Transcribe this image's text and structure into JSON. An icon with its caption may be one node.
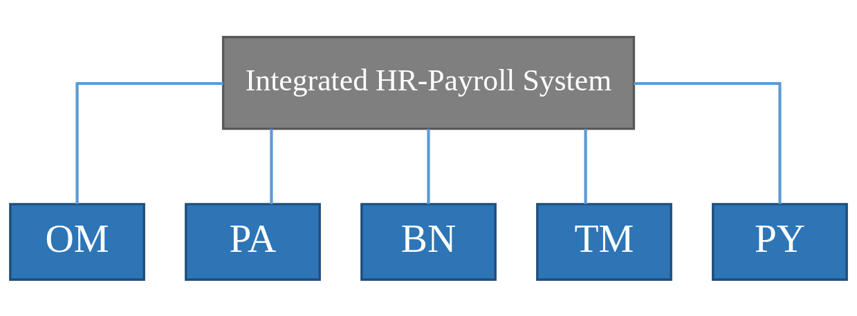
{
  "diagram": {
    "nodes": [
      {
        "text": [
          "Integrated HR-Payroll System"
        ]
      },
      {
        "text": [
          "OM"
        ]
      },
      {
        "text": [
          "PA"
        ]
      },
      {
        "text": [
          "BN"
        ]
      },
      {
        "text": [
          "TM"
        ]
      },
      {
        "text": [
          "PY"
        ]
      }
    ],
    "edges": [
      {
        "from": 0,
        "to": 1,
        "arrow": "none"
      },
      {
        "from": 0,
        "to": 2,
        "arrow": "none"
      },
      {
        "from": 0,
        "to": 3,
        "arrow": "none"
      },
      {
        "from": 0,
        "to": 4,
        "arrow": "none"
      },
      {
        "from": 0,
        "to": 5,
        "arrow": "none"
      }
    ]
  }
}
